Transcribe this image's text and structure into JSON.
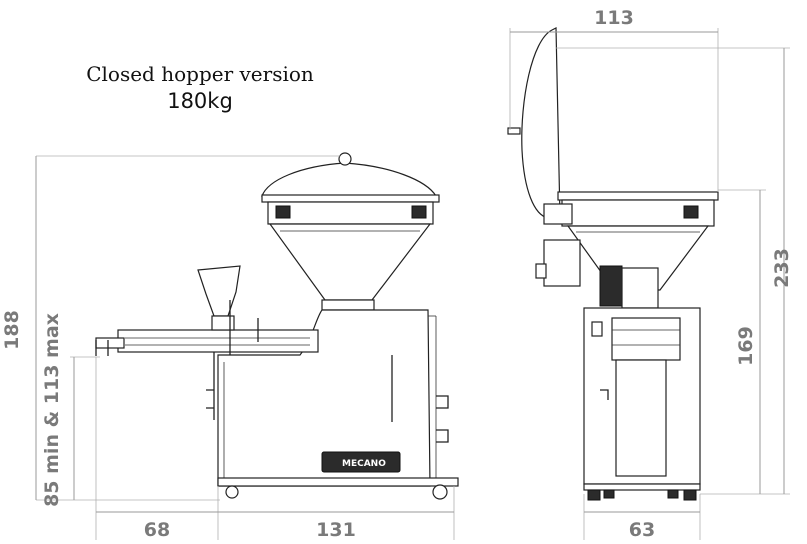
{
  "heading": {
    "line1": "Closed hopper version",
    "line2": "180kg"
  },
  "dimensions": {
    "side_total_height": "188",
    "side_table_height": "85 min & 113 max",
    "side_front_length": "68",
    "side_body_length": "131",
    "front_top_width": "113",
    "front_open_height": "233",
    "front_closed_height": "169",
    "front_base_width": "63"
  },
  "brand_logo": "MECANO"
}
